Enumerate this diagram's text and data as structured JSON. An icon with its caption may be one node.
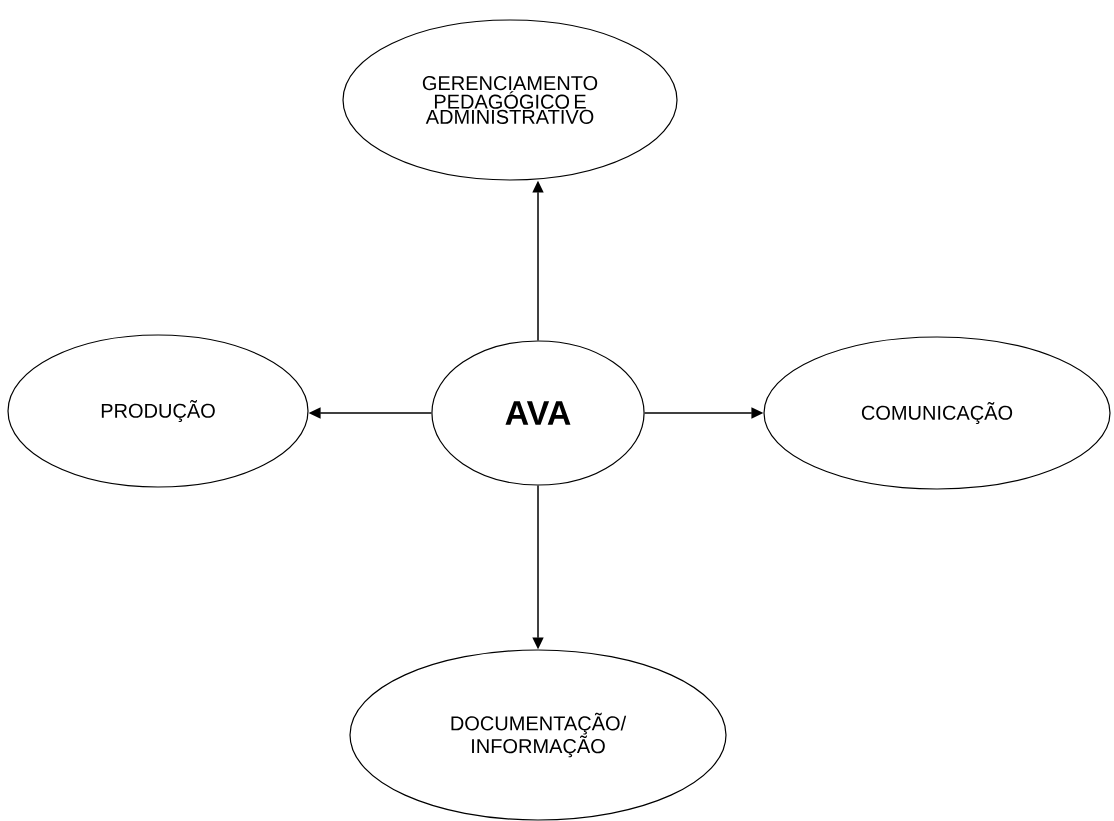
{
  "diagram": {
    "nodes": [
      {
        "text": [
          "GERENCIAMENTO PEDAGÓGICO E ADMINISTRATIVO"
        ]
      },
      {
        "text": [
          "PRODUÇÃO"
        ]
      },
      {
        "text": [
          "AVA"
        ]
      },
      {
        "text": [
          "COMUNICAÇÃO"
        ]
      },
      {
        "text": [
          "DOCUMENTAÇÃO/ INFORMAÇÃO"
        ]
      }
    ],
    "edges": [
      {
        "from": 2,
        "to": 0,
        "arrow": "to"
      },
      {
        "from": 2,
        "to": 1,
        "arrow": "to"
      },
      {
        "from": 2,
        "to": 3,
        "arrow": "to"
      },
      {
        "from": 2,
        "to": 4,
        "arrow": "to"
      }
    ]
  }
}
